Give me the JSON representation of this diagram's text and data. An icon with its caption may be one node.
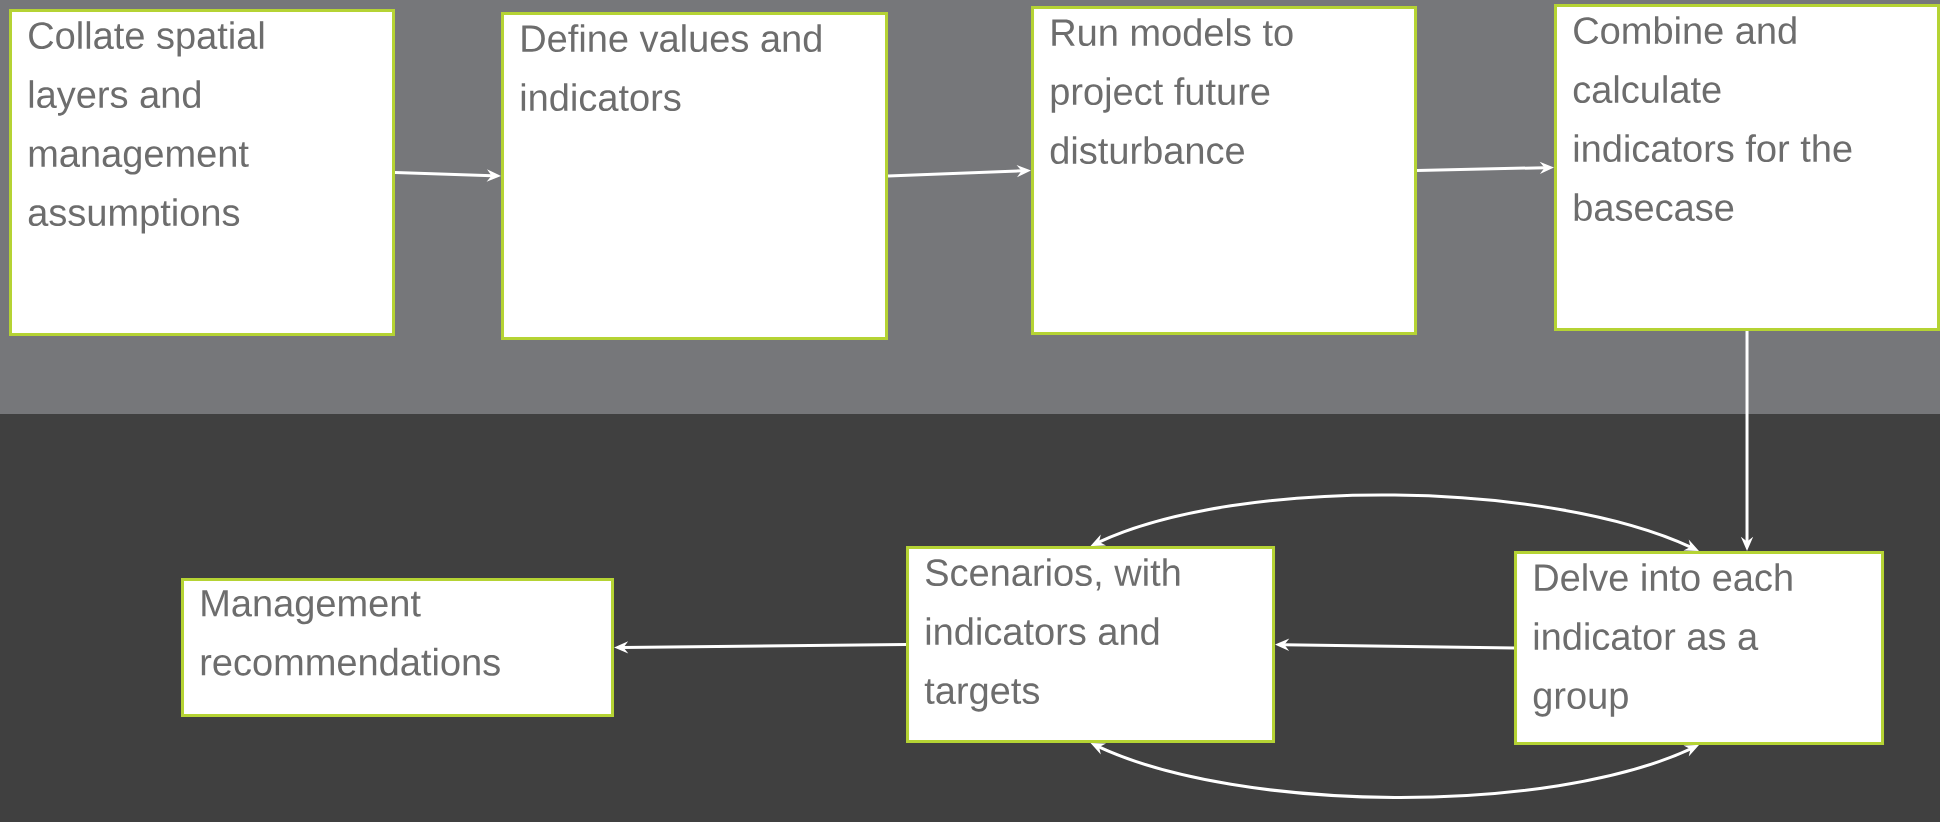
{
  "diagram": {
    "nodes": [
      {
        "text": [
          "Collate spatial layers and management assumptions"
        ]
      },
      {
        "text": [
          "Define values and indicators"
        ]
      },
      {
        "text": [
          "Run models to project future disturbance"
        ]
      },
      {
        "text": [
          "Combine and calculate indicators for the basecase"
        ]
      },
      {
        "text": [
          "Management recommendations"
        ]
      },
      {
        "text": [
          "Scenarios, with indicators and targets"
        ]
      },
      {
        "text": [
          "Delve into each indicator as a group"
        ]
      }
    ],
    "edges": [
      {
        "from": 0,
        "to": 1,
        "arrow": "to"
      },
      {
        "from": 1,
        "to": 2,
        "arrow": "to"
      },
      {
        "from": 2,
        "to": 3,
        "arrow": "to"
      },
      {
        "from": 3,
        "to": 6,
        "arrow": "to"
      },
      {
        "from": 6,
        "to": 5,
        "arrow": "to"
      },
      {
        "from": 5,
        "to": 4,
        "arrow": "to"
      },
      {
        "from": 5,
        "to": 6,
        "arrow": "both"
      },
      {
        "from": 5,
        "to": 6,
        "arrow": "both"
      }
    ]
  }
}
